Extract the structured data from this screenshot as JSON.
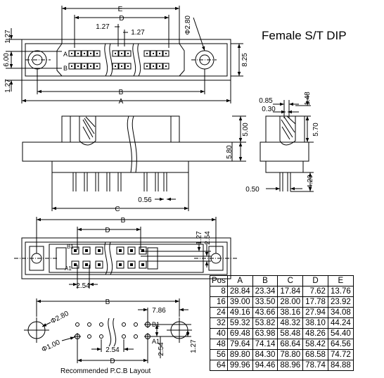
{
  "title": "Female S/T DIP",
  "pcb_caption": "Recommended P.C.B Layout",
  "top_view": {
    "dim_E": "E",
    "dim_D": "D",
    "dim_B": "B",
    "dim_A": "A",
    "pitch_left": "1.27",
    "pitch_right": "1.27",
    "hole_dia": "Φ2.80",
    "height_6": "6.00",
    "height_127a": "1.27",
    "height_127b": "1.27",
    "height_825": "8.25",
    "row_a": "A",
    "row_b": "B"
  },
  "side_view": {
    "dim_C": "C",
    "pin_056": "0.56",
    "dim_500": "5.00",
    "dim_580": "5.80"
  },
  "end_view": {
    "dim_085": "0.85",
    "dim_030": "0.30",
    "dim_148": "1.48",
    "dim_570": "5.70",
    "dim_050": "0.50",
    "dim_420": "4.20"
  },
  "bottom_view": {
    "dim_B": "B",
    "dim_D": "D",
    "dim_127": "1.27",
    "dim_254v": "2.54",
    "dim_254h": "2.54",
    "row_b1": "B1",
    "row_a1": "A1"
  },
  "pcb_view": {
    "dim_B": "B",
    "dim_D": "D",
    "dim_786": "7.86",
    "hole_280": "Φ2.80",
    "hole_100": "Φ1.00",
    "dim_254h": "2.54",
    "dim_254v": "2.54",
    "dim_127": "1.27",
    "row_b1": "B1",
    "row_a1": "A1"
  },
  "table": {
    "headers": [
      "Pos",
      "A",
      "B",
      "C",
      "D",
      "E"
    ],
    "rows": [
      [
        "8",
        "28.84",
        "23.34",
        "17.84",
        "7.62",
        "13.76"
      ],
      [
        "16",
        "39.00",
        "33.50",
        "28.00",
        "17.78",
        "23.92"
      ],
      [
        "24",
        "49.16",
        "43.66",
        "38.16",
        "27.94",
        "34.08"
      ],
      [
        "32",
        "59.32",
        "53.82",
        "48.32",
        "38.10",
        "44.24"
      ],
      [
        "40",
        "69.48",
        "63.98",
        "58.48",
        "48.26",
        "54.40"
      ],
      [
        "48",
        "79.64",
        "74.14",
        "68.64",
        "58.42",
        "64.56"
      ],
      [
        "56",
        "89.80",
        "84.30",
        "78.80",
        "68.58",
        "74.72"
      ],
      [
        "64",
        "99.96",
        "94.46",
        "88.96",
        "78.74",
        "84.88"
      ]
    ]
  }
}
